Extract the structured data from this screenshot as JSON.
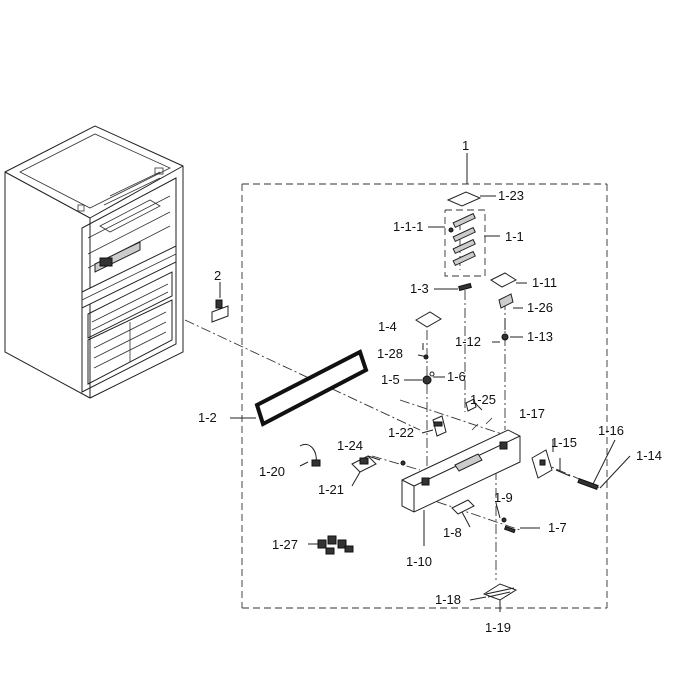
{
  "labels": {
    "assembly": "1",
    "p2": "2",
    "p1_23": "1-23",
    "p1_1_1": "1-1-1",
    "p1_1": "1-1",
    "p1_11": "1-11",
    "p1_3": "1-3",
    "p1_26": "1-26",
    "p1_4": "1-4",
    "p1_12": "1-12",
    "p1_13": "1-13",
    "p1_28": "1-28",
    "p1_5": "1-5",
    "p1_6": "1-6",
    "p1_25": "1-25",
    "p1_2": "1-2",
    "p1_22": "1-22",
    "p1_17": "1-17",
    "p1_16": "1-16",
    "p1_15": "1-15",
    "p1_14": "1-14",
    "p1_24": "1-24",
    "p1_20": "1-20",
    "p1_21": "1-21",
    "p1_9": "1-9",
    "p1_8": "1-8",
    "p1_7": "1-7",
    "p1_27": "1-27",
    "p1_10": "1-10",
    "p1_18": "1-18",
    "p1_19": "1-19"
  }
}
